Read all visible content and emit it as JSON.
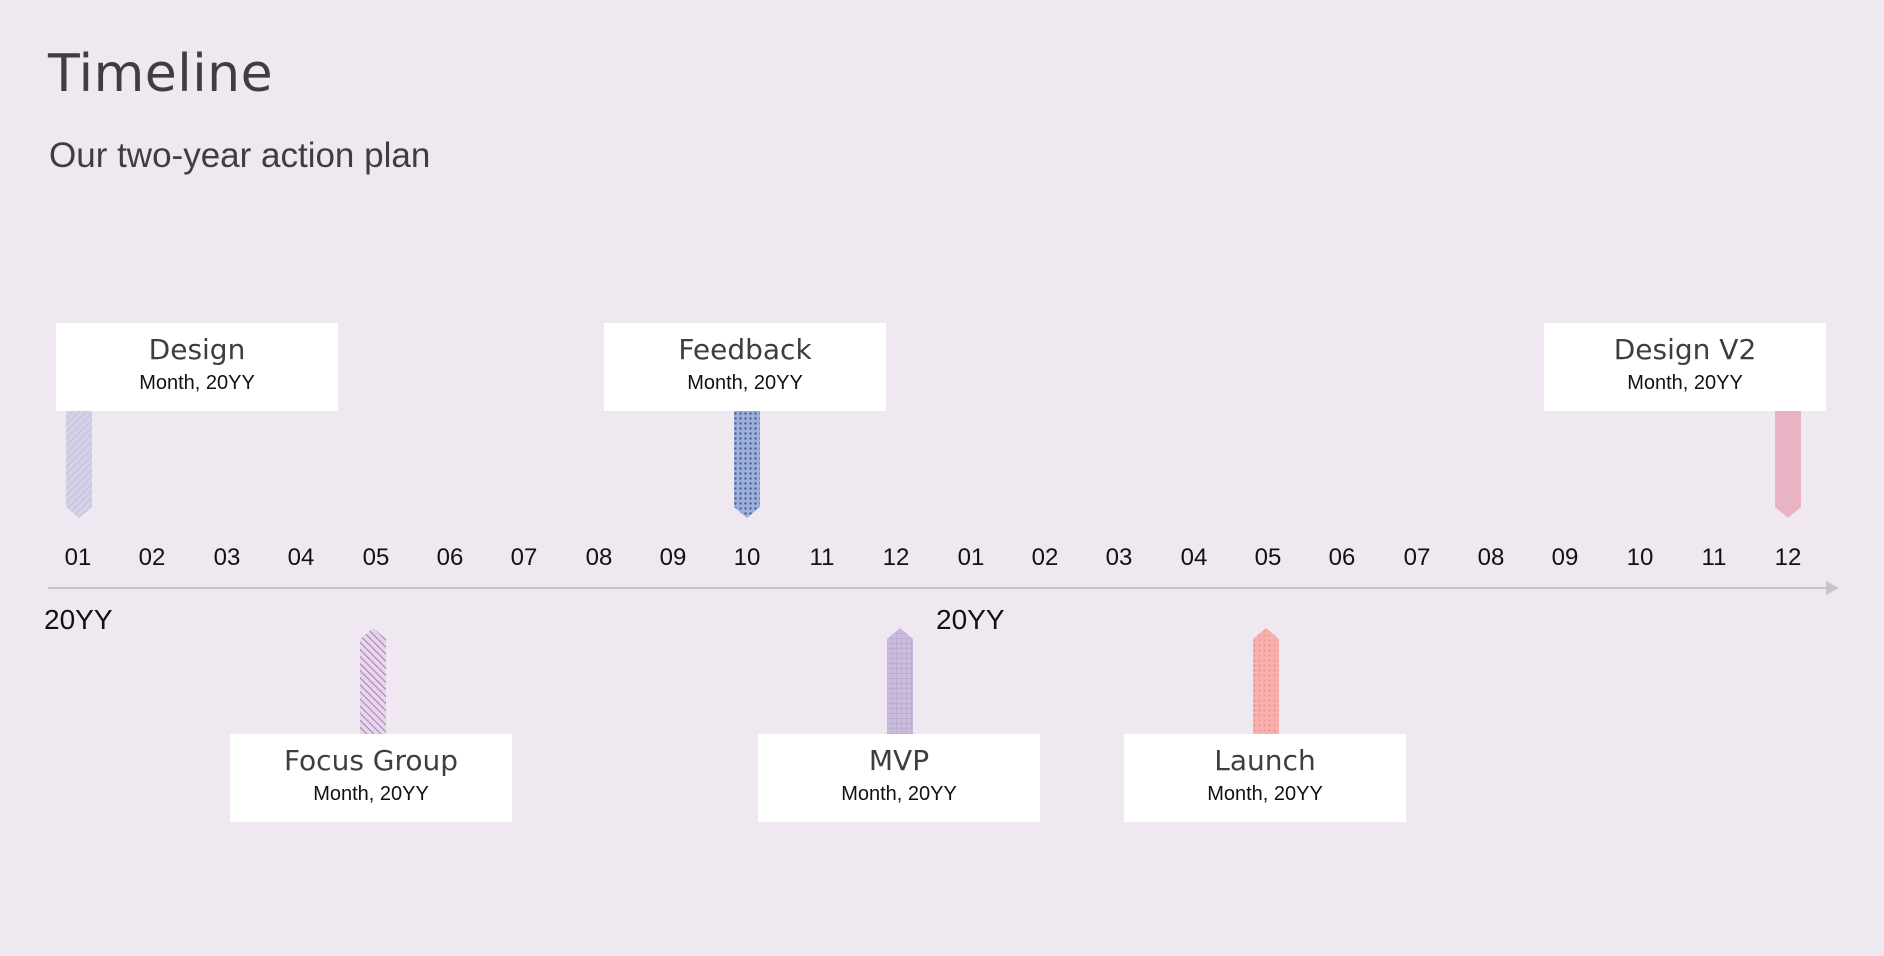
{
  "page": {
    "title": "Timeline",
    "subtitle": "Our two-year action plan"
  },
  "axis": {
    "months": [
      "01",
      "02",
      "03",
      "04",
      "05",
      "06",
      "07",
      "08",
      "09",
      "10",
      "11",
      "12",
      "01",
      "02",
      "03",
      "04",
      "05",
      "06",
      "07",
      "08",
      "09",
      "10",
      "11",
      "12"
    ],
    "years": [
      "20YY",
      "20YY"
    ],
    "line_color": "#c7c3c9"
  },
  "milestones": {
    "above": [
      {
        "title": "Design",
        "date": "Month, 20YY",
        "month_index": 0,
        "color": "#c9c4de",
        "pattern": "diagonal-stripes"
      },
      {
        "title": "Feedback",
        "date": "Month, 20YY",
        "month_index": 9,
        "color": "#8fa6d6",
        "pattern": "dots"
      },
      {
        "title": "Design V2",
        "date": "Month, 20YY",
        "month_index": 23,
        "color": "#e8b3c2",
        "pattern": "solid"
      }
    ],
    "below": [
      {
        "title": "Focus Group",
        "date": "Month, 20YY",
        "month_index": 4,
        "color": "#b98bc4",
        "pattern": "diagonal-stripes"
      },
      {
        "title": "MVP",
        "date": "Month, 20YY",
        "month_index": 11,
        "color": "#c7b6da",
        "pattern": "grid"
      },
      {
        "title": "Launch",
        "date": "Month, 20YY",
        "month_index": 16,
        "color": "#f6a9a6",
        "pattern": "dots"
      }
    ]
  },
  "colors": {
    "background": "#efe8f1",
    "card": "#ffffff",
    "text": "#403d40"
  }
}
